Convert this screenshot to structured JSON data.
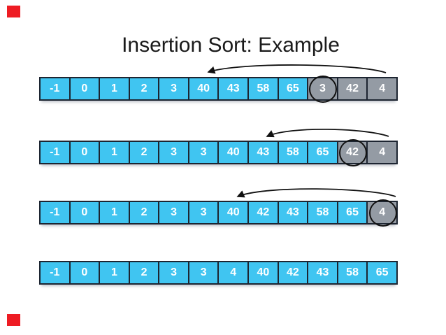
{
  "slide": {
    "title": "Insertion Sort: Example"
  },
  "colors": {
    "cell_blue": "#40c5f1",
    "cell_gray": "#949ba4",
    "cell_border": "#1d2531",
    "cell_text": "#ffffff",
    "arrow": "#111111",
    "circle": "#111111",
    "red_marker": "#ee1c23",
    "title_text": "#1a1a1a"
  },
  "decorations": {
    "red_markers": [
      "top-left",
      "bottom-left"
    ]
  },
  "rows": [
    {
      "values": [
        "-1",
        "0",
        "1",
        "2",
        "3",
        "40",
        "43",
        "58",
        "65",
        "3",
        "42",
        "4"
      ],
      "gray_start": 9,
      "circled_index": 9,
      "arrow": {
        "from_value": "3",
        "inserts_between": [
          "3",
          "40"
        ]
      }
    },
    {
      "values": [
        "-1",
        "0",
        "1",
        "2",
        "3",
        "3",
        "40",
        "43",
        "58",
        "65",
        "42",
        "4"
      ],
      "gray_start": 10,
      "circled_index": 10,
      "arrow": {
        "from_value": "42",
        "inserts_between": [
          "40",
          "43"
        ]
      }
    },
    {
      "values": [
        "-1",
        "0",
        "1",
        "2",
        "3",
        "3",
        "40",
        "42",
        "43",
        "58",
        "65",
        "4"
      ],
      "gray_start": 11,
      "circled_index": 11,
      "arrow": {
        "from_value": "4",
        "inserts_between": [
          "3",
          "40"
        ]
      }
    },
    {
      "values": [
        "-1",
        "0",
        "1",
        "2",
        "3",
        "3",
        "4",
        "40",
        "42",
        "43",
        "58",
        "65"
      ],
      "gray_start": -1,
      "circled_index": -1,
      "arrow": null
    }
  ]
}
